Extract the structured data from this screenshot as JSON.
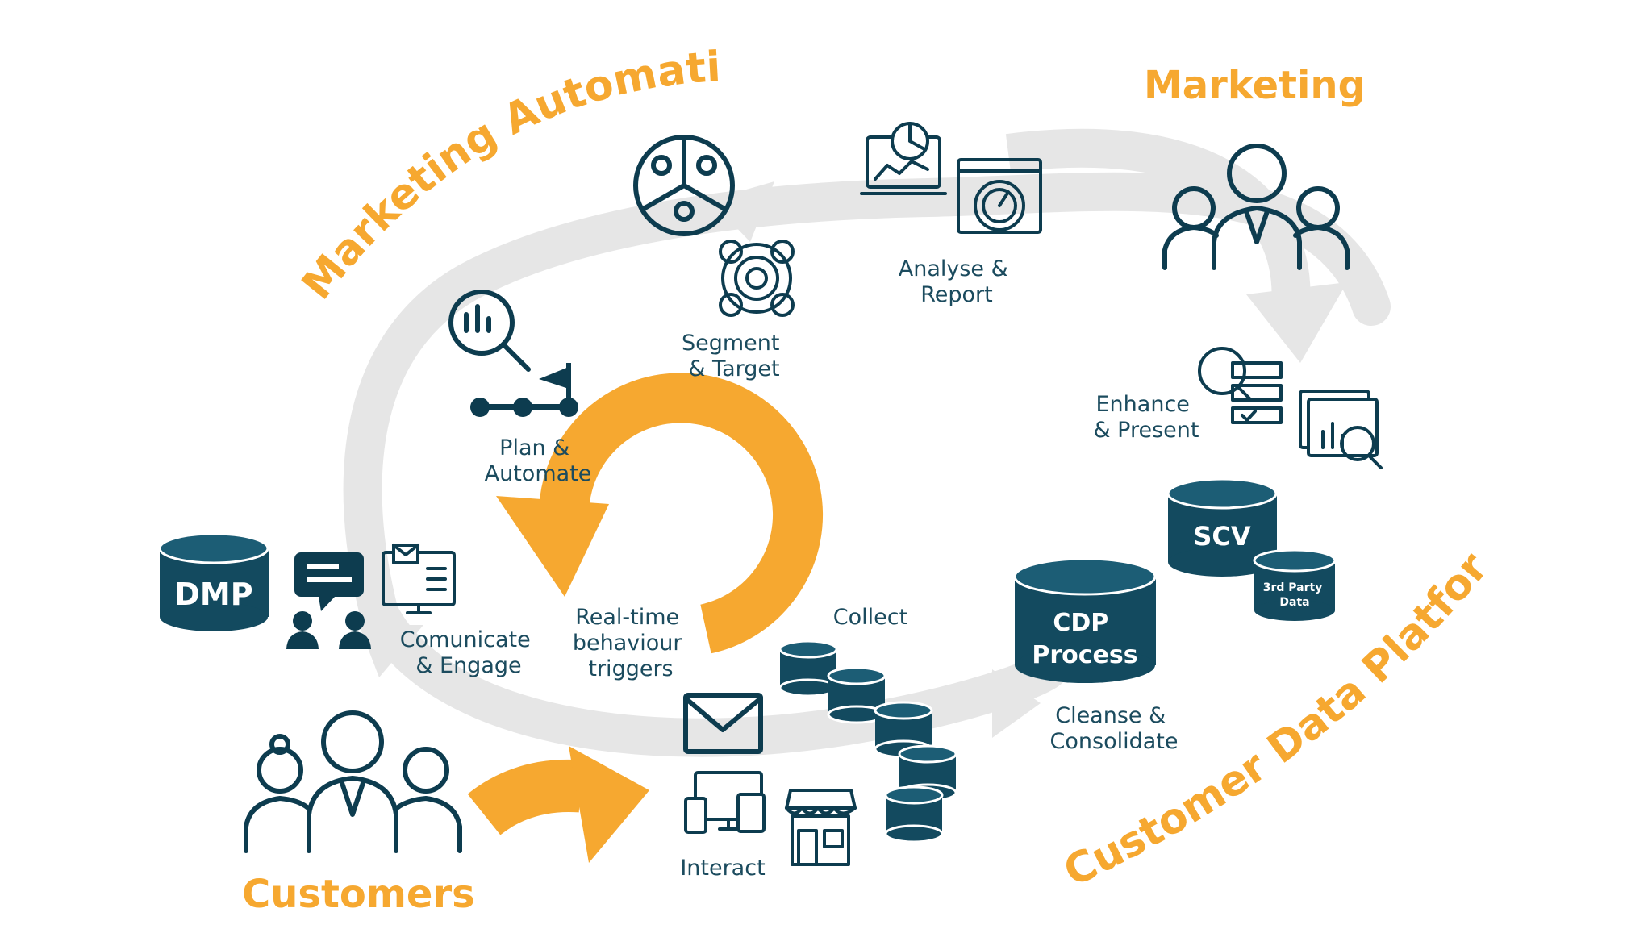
{
  "headings": {
    "marketing_automation": "Marketing Automation",
    "marketing": "Marketing",
    "customer_data_platform": "Customer Data Platform",
    "customers": "Customers"
  },
  "steps": {
    "plan": [
      "Plan &",
      "Automate"
    ],
    "segment": [
      "Segment",
      "& Target"
    ],
    "analyse": [
      "Analyse &",
      "Report"
    ],
    "enhance": [
      "Enhance",
      "& Present"
    ],
    "cleanse": [
      "Cleanse &",
      "Consolidate"
    ],
    "collect": [
      "Collect"
    ],
    "interact": [
      "Interact"
    ],
    "communicate": [
      "Comunicate",
      "& Engage"
    ],
    "triggers": [
      "Real-time",
      "behaviour",
      "triggers"
    ]
  },
  "databases": {
    "dmp": "DMP",
    "cdp": [
      "CDP",
      "Process"
    ],
    "scv": "SCV",
    "third_party": [
      "3rd Party",
      "Data"
    ]
  },
  "colors": {
    "accent": "#f6a830",
    "dark": "#0d3c4f",
    "db": "#134a5f",
    "loop": "#e6e6e6"
  }
}
